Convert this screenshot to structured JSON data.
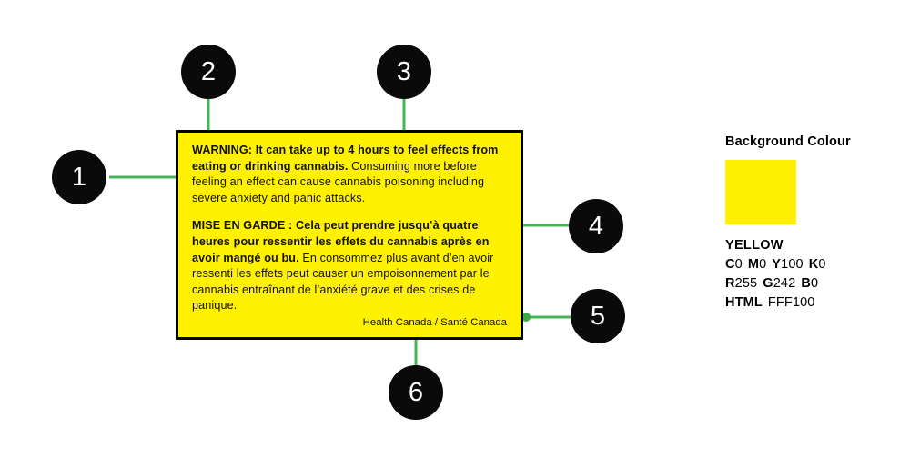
{
  "warning_label": {
    "background_colour": "#FFF100",
    "border_colour": "#000000",
    "english": {
      "bold_lead": "WARNING: It can take up to 4 hours to feel effects from eating or drinking cannabis.",
      "body": " Consuming more before feeling an effect can cause cannabis poisoning including severe anxiety and panic attacks."
    },
    "french": {
      "bold_lead": "MISE EN GARDE : Cela peut prendre jusqu’à quatre heures pour ressentir les effets du cannabis après en avoir mangé ou bu.",
      "body": " En consommez plus avant d’en avoir ressenti les effets peut causer un empoisonnement par le cannabis entraînant de l’anxiété grave et des crises de panique."
    },
    "attribution": "Health Canada / Santé Canada"
  },
  "callouts": [
    {
      "number": "1",
      "target": "warning-label-block"
    },
    {
      "number": "2",
      "target": "english-bold-lead"
    },
    {
      "number": "3",
      "target": "english-body-text"
    },
    {
      "number": "4",
      "target": "french-bold-lead"
    },
    {
      "number": "5",
      "target": "label-border"
    },
    {
      "number": "6",
      "target": "attribution-line"
    }
  ],
  "colour_panel": {
    "title": "Background Colour",
    "swatch_colour": "#FFF100",
    "colour_name": "YELLOW",
    "cmyk": [
      {
        "key": "C",
        "value": "0"
      },
      {
        "key": "M",
        "value": "0"
      },
      {
        "key": "Y",
        "value": "100"
      },
      {
        "key": "K",
        "value": "0"
      }
    ],
    "rgb": [
      {
        "key": "R",
        "value": "255"
      },
      {
        "key": "G",
        "value": "242"
      },
      {
        "key": "B",
        "value": "0"
      }
    ],
    "html": {
      "key": "HTML",
      "value": "FFF100"
    }
  },
  "leader_line_colour": "#45b455"
}
